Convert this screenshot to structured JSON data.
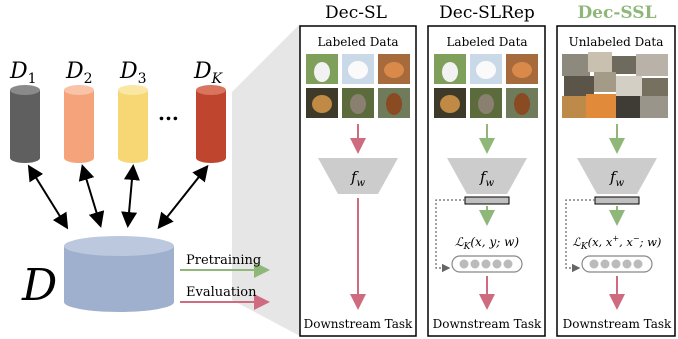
{
  "sources": {
    "labels": [
      "D1",
      "D2",
      "D3",
      "DK"
    ],
    "ellipsis": "...",
    "colors": [
      "#5f5f5f",
      "#f4a37a",
      "#f7d774",
      "#c0452e"
    ]
  },
  "central": {
    "label": "D",
    "color": "#9fb0cf"
  },
  "arrows": {
    "pretraining_label": "Pretraining",
    "evaluation_label": "Evaluation",
    "pretraining_color": "#8fb77a",
    "evaluation_color": "#cf6b7f"
  },
  "columns": [
    {
      "title": "Dec-SL",
      "title_color": "#000000",
      "data_label": "Labeled Data",
      "network_label": "f_w",
      "loss_label": "",
      "bottom_label": "Downstream Task"
    },
    {
      "title": "Dec-SLRep",
      "title_color": "#000000",
      "data_label": "Labeled Data",
      "network_label": "f_w",
      "loss_label": "L_K(x, y; w)",
      "bottom_label": "Downstream Task"
    },
    {
      "title": "Dec-SSL",
      "title_color": "#8fb77a",
      "data_label": "Unlabeled Data",
      "network_label": "f_w",
      "loss_label": "L_K(x, x+, x−; w)",
      "bottom_label": "Downstream Task"
    }
  ]
}
